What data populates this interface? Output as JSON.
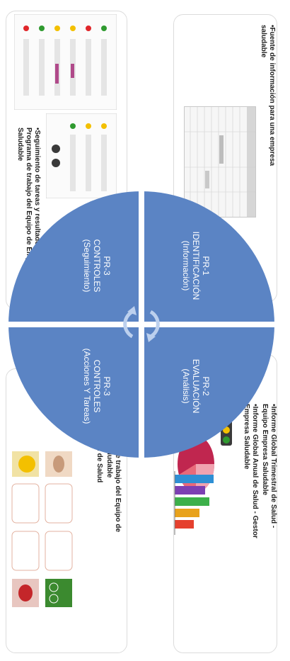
{
  "colors": {
    "circle": "#5b84c4",
    "divider": "#ffffff",
    "arrow": "#bcd0ee"
  },
  "quadrants": {
    "pr1": {
      "title": "PR-1",
      "name": "IDENTIFICACIÓN",
      "sub": "(Información)"
    },
    "pr2": {
      "title": "PR-2",
      "name": "EVALUACIÓN",
      "sub": "(Análisis)"
    },
    "pr3a": {
      "title": "PR-3",
      "name": "CONTROLES",
      "sub": "(Seguimiento)"
    },
    "pr3b": {
      "title": "PR-3",
      "name": "CONTROLES",
      "sub": "(Acciones Y Tareas)"
    }
  },
  "notes": {
    "top_left": [
      "•Fuente de información para una empresa saludable"
    ],
    "top_right": [
      "•Informe Global Trimestral de Salud - Equipo Empresa Saludable",
      "•Informe Global Anual de Salud - Gestor Empresa Saludable"
    ],
    "bottom_left": [
      "•Seguimiento de tareas y resultados dentro del Programa de trabajo del Equipo de Empresa Saludable"
    ],
    "bottom_right": [
      "•Programa de trabajo del Equipo de Empresa Saludable",
      "•Plan Anual de Salud"
    ]
  },
  "icons": [
    "cycle-arrows-icon",
    "traffic-light-icon",
    "pie-chart-icon",
    "bar-chart-icon",
    "health-tile-icon",
    "bicycle-icon",
    "fitness-icon"
  ]
}
